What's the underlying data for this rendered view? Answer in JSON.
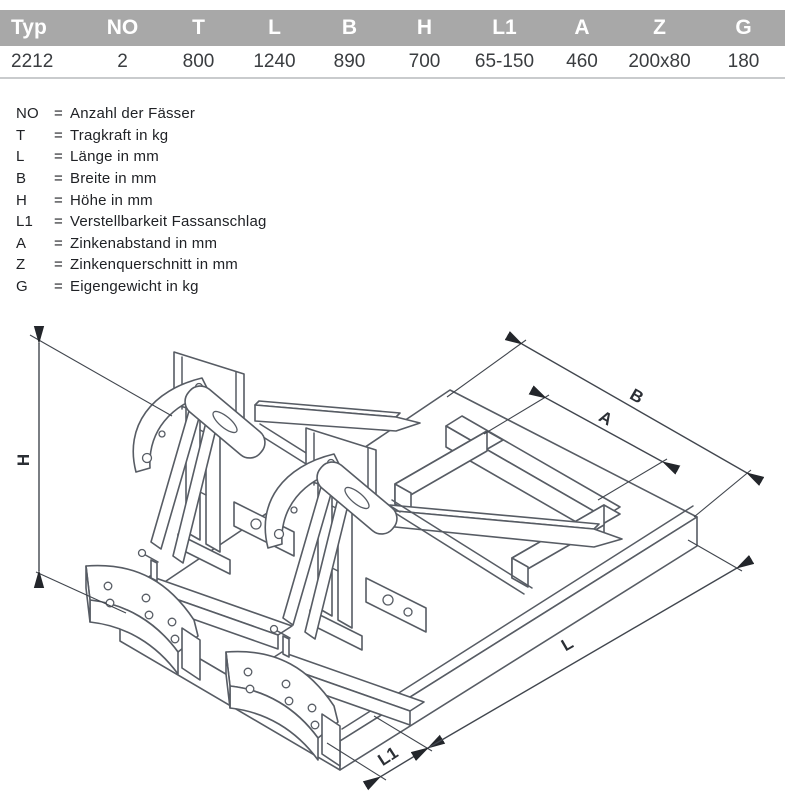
{
  "table": {
    "headers": [
      "Typ",
      "NO",
      "T",
      "L",
      "B",
      "H",
      "L1",
      "A",
      "Z",
      "G"
    ],
    "row": [
      "2212",
      "2",
      "800",
      "1240",
      "890",
      "700",
      "65-150",
      "460",
      "200x80",
      "180"
    ]
  },
  "legend": {
    "equals": "=",
    "items": [
      {
        "abbr": "NO",
        "desc": "Anzahl der Fässer"
      },
      {
        "abbr": "T",
        "desc": "Tragkraft in kg"
      },
      {
        "abbr": "L",
        "desc": "Länge in mm"
      },
      {
        "abbr": "B",
        "desc": "Breite in mm"
      },
      {
        "abbr": "H",
        "desc": "Höhe in mm"
      },
      {
        "abbr": "L1",
        "desc": "Verstellbarkeit Fassanschlag"
      },
      {
        "abbr": "A",
        "desc": "Zinkenabstand in mm"
      },
      {
        "abbr": "Z",
        "desc": "Zinkenquerschnitt in mm"
      },
      {
        "abbr": "G",
        "desc": "Eigengewicht in kg"
      }
    ]
  },
  "drawing": {
    "labels": {
      "h": "H",
      "b": "B",
      "a": "A",
      "l": "L",
      "l1": "L1"
    }
  },
  "colors": {
    "table_header_bg": "#a8a8a8",
    "table_header_text": "#ffffff",
    "table_row_text": "#3a3d40",
    "drawing_line": "#575c64",
    "dimension_line": "#41464e"
  }
}
